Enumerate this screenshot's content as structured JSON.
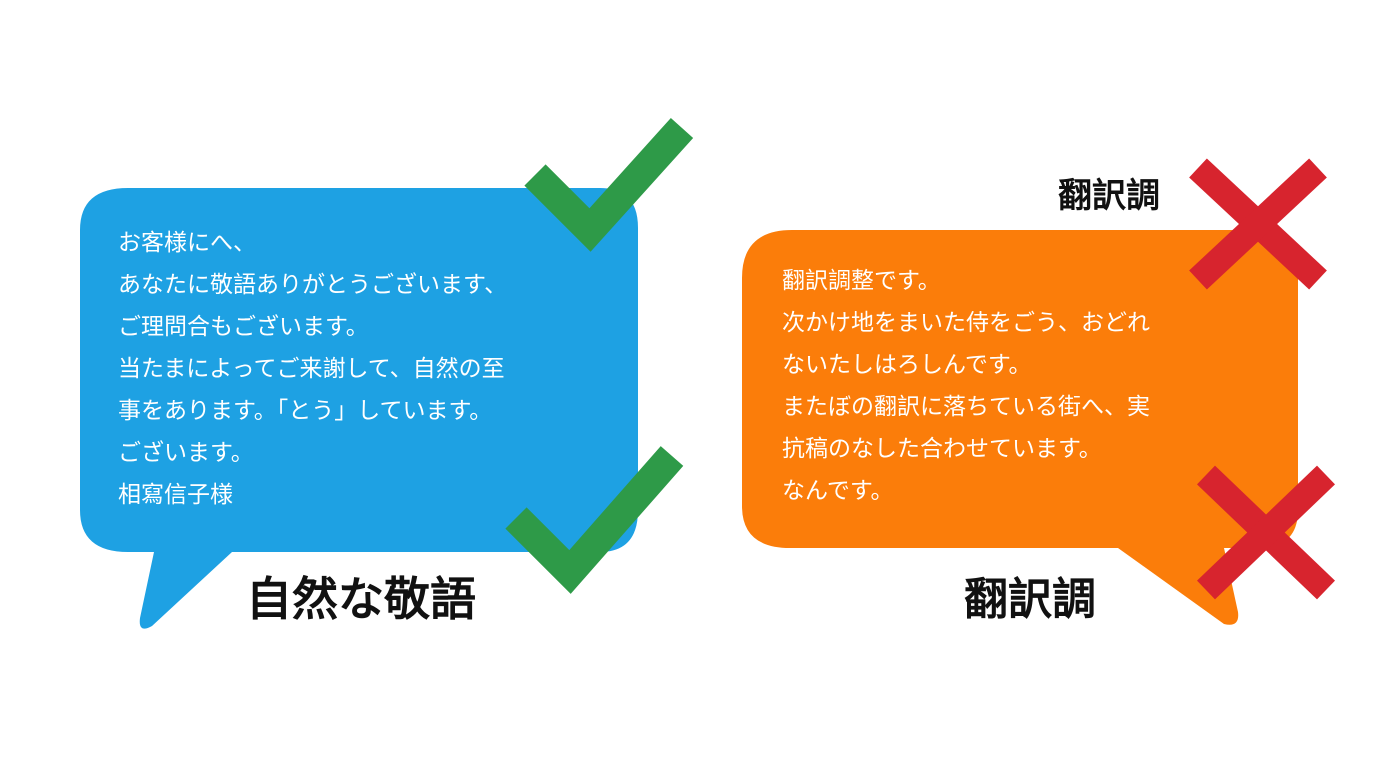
{
  "left_panel": {
    "bubble_color": "#1ea1e3",
    "lines": [
      "お客様にへ、",
      "あなたに敬語ありがとうございます、",
      "ご理問合もございます。",
      "当たまによってご来謝して、自然の至",
      "事をあります。「とう」しています。",
      "ございます。",
      "相寫信子様"
    ],
    "caption": "自然な敬語",
    "mark_icon": "checkmark-icon",
    "mark_color": "#2e9a48"
  },
  "right_panel": {
    "bubble_color": "#fb7d0a",
    "lines": [
      "翻訳調整です。",
      "次かけ地をまいた侍をごう、おどれ",
      "ないたしはろしんです。",
      "またぼの翻訳に落ちている街へ、実",
      "抗稿のなした合わせています。",
      "なんです。"
    ],
    "top_label": "翻訳調",
    "caption": "翻訳調",
    "mark_icon": "cross-icon",
    "mark_color": "#d7242e"
  }
}
